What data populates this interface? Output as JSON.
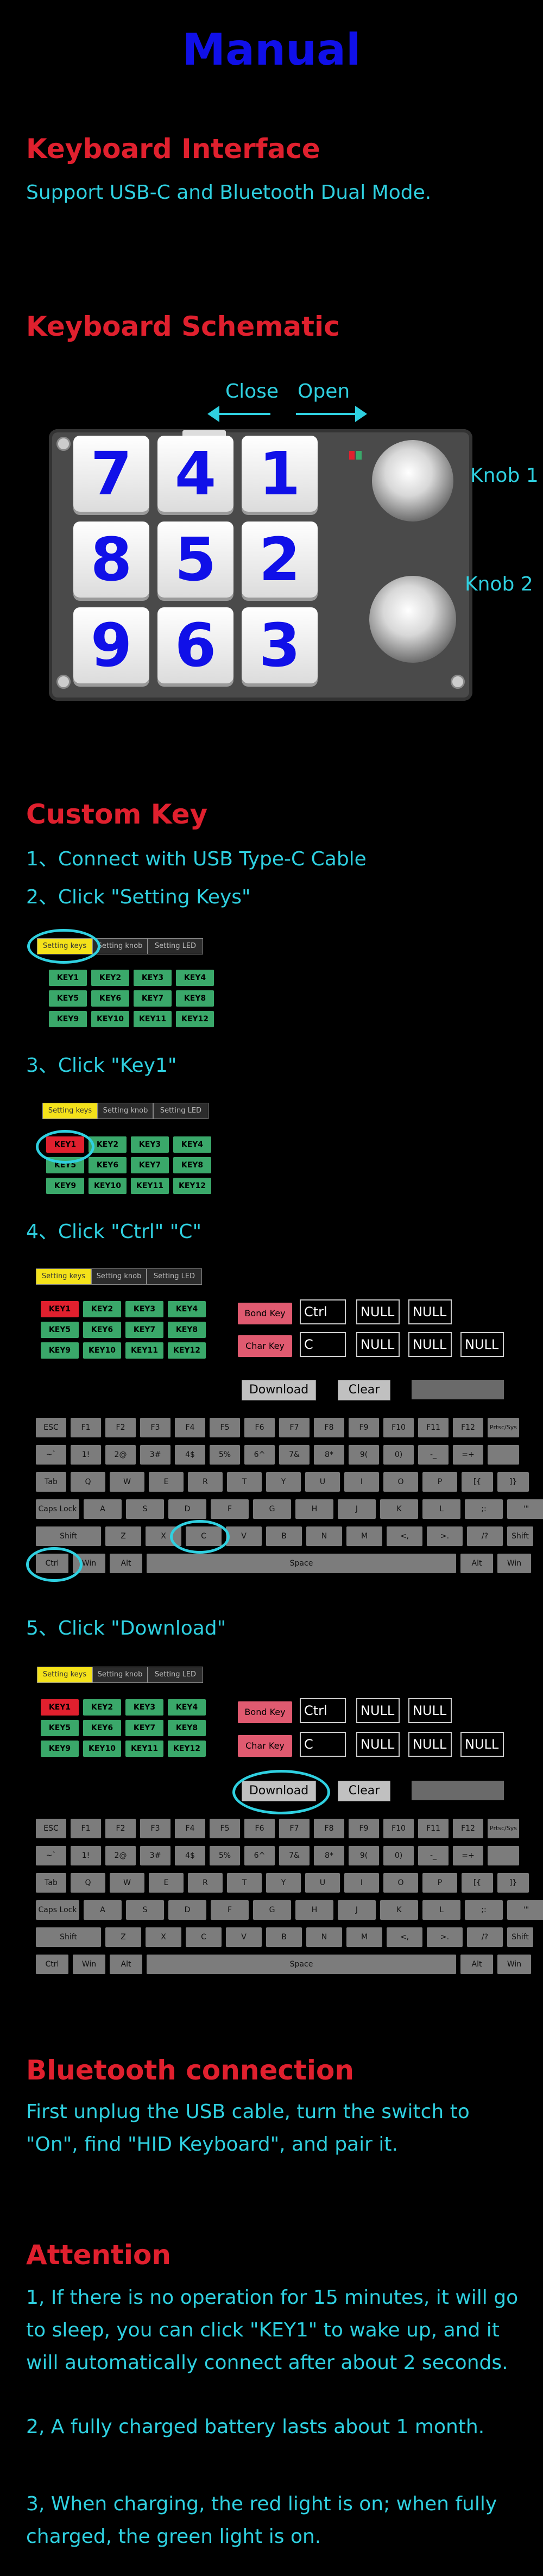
{
  "title": "Manual",
  "interface": {
    "heading": "Keyboard Interface",
    "text": "Support USB-C and Bluetooth Dual Mode."
  },
  "schematic": {
    "heading": "Keyboard Schematic",
    "close_label": "Close",
    "open_label": "Open",
    "knob1_label": "Knob 1",
    "knob2_label": "Knob 2",
    "keys": [
      "7",
      "4",
      "1",
      "8",
      "5",
      "2",
      "9",
      "6",
      "3"
    ],
    "led_colors": [
      "#e0202e",
      "#3aa86a"
    ]
  },
  "custom": {
    "heading": "Custom Key",
    "step1": "1、Connect with USB Type-C Cable",
    "step2": "2、Click \"Setting Keys\"",
    "step3": "3、Click \"Key1\"",
    "step4": "4、Click \"Ctrl\" \"C\"",
    "step5": "5、Click \"Download\""
  },
  "app": {
    "tabs": [
      "Setting keys",
      "Setting knob",
      "Setting LED"
    ],
    "keys": [
      "KEY1",
      "KEY2",
      "KEY3",
      "KEY4",
      "KEY5",
      "KEY6",
      "KEY7",
      "KEY8",
      "KEY9",
      "KEY10",
      "KEY11",
      "KEY12"
    ],
    "bond_key_label": "Bond Key",
    "char_key_label": "Char Key",
    "bond_values": [
      "Ctrl",
      "NULL",
      "NULL"
    ],
    "char_values": [
      "C",
      "NULL",
      "NULL",
      "NULL"
    ],
    "download_label": "Download",
    "clear_label": "Clear",
    "kb_row1": [
      "ESC",
      "F1",
      "F2",
      "F3",
      "F4",
      "F5",
      "F6",
      "F7",
      "F8",
      "F9",
      "F10",
      "F11",
      "F12",
      "Prtsc/Sys"
    ],
    "kb_row2": [
      "~`",
      "1!",
      "2@",
      "3#",
      "4$",
      "5%",
      "6^",
      "7&",
      "8*",
      "9(",
      "0)",
      "-_",
      "=+",
      ""
    ],
    "kb_row3": [
      "Tab",
      "Q",
      "W",
      "E",
      "R",
      "T",
      "Y",
      "U",
      "I",
      "O",
      "P",
      "[{",
      "]}"
    ],
    "kb_row4": [
      "Caps Lock",
      "A",
      "S",
      "D",
      "F",
      "G",
      "H",
      "J",
      "K",
      "L",
      ";:",
      "'\""
    ],
    "kb_row5": [
      "Shift",
      "Z",
      "X",
      "C",
      "V",
      "B",
      "N",
      "M",
      "<,",
      ">.",
      "/?",
      "Shift"
    ],
    "kb_row6": [
      "Ctrl",
      "Win",
      "Alt",
      "Space",
      "Alt",
      "Win"
    ]
  },
  "bluetooth": {
    "heading": "Bluetooth connection",
    "text": "First unplug the USB cable, turn the switch to \"On\", find \"HID Keyboard\", and pair it."
  },
  "attention": {
    "heading": "Attention",
    "item1": "1, If there is no operation for 15 minutes, it will go to sleep, you can click \"KEY1\" to wake up, and it will automatically connect after about 2 seconds.",
    "item2": "2, A fully charged battery lasts about 1 month.",
    "item3": "3, When charging, the red light is on; when fully charged, the green light is on."
  }
}
